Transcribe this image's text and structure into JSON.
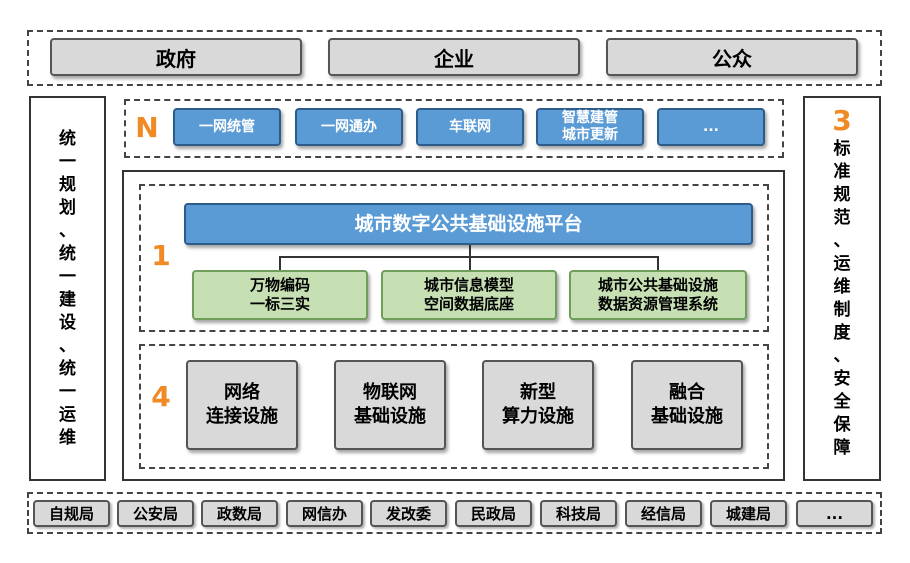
{
  "top": {
    "items": [
      "政府",
      "企业",
      "公众"
    ]
  },
  "left": {
    "text": "统一规划、统一建设、统一运维"
  },
  "right": {
    "number": "3",
    "text": "标准规范、运维制度、安全保障"
  },
  "apps": {
    "number": "N",
    "items": [
      "一网统管",
      "一网通办",
      "车联网",
      "智慧建管\n城市更新",
      "..."
    ]
  },
  "platform": {
    "number": "1",
    "title": "城市数字公共基础设施平台",
    "modules": [
      "万物编码\n一标三实",
      "城市信息模型\n空间数据底座",
      "城市公共基础设施\n数据资源管理系统"
    ]
  },
  "infra": {
    "number": "4",
    "items": [
      "网络\n连接设施",
      "物联网\n基础设施",
      "新型\n算力设施",
      "融合\n基础设施"
    ]
  },
  "departments": [
    "自规局",
    "公安局",
    "政数局",
    "网信办",
    "发改委",
    "民政局",
    "科技局",
    "经信局",
    "城建局",
    "..."
  ],
  "colors": {
    "blue": "#5b9bd5",
    "green": "#c6e0b4",
    "gray": "#d9d9d9",
    "orange": "#f08a24"
  }
}
